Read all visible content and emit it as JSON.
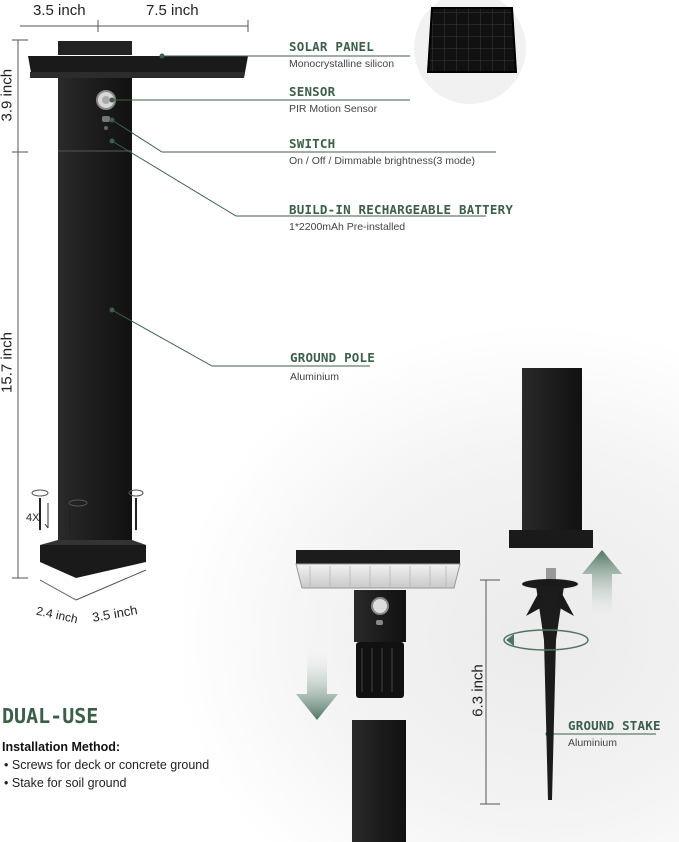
{
  "colors": {
    "accent": "#3d5f4a",
    "product": "#1f1f1f",
    "arrow": "#5a7a66"
  },
  "dimensions": {
    "top_width": "3.5 inch",
    "panel_width": "7.5 inch",
    "head_height": "3.9 inch",
    "pole_height": "15.7 inch",
    "base_depth": "2.4 inch",
    "base_width": "3.5 inch",
    "stake_height": "6.3 inch",
    "screw_count": "4X"
  },
  "features": [
    {
      "title": "SOLAR PANEL",
      "detail": "Monocrystalline silicon"
    },
    {
      "title": "SENSOR",
      "detail": "PIR Motion Sensor"
    },
    {
      "title": "SWITCH",
      "detail": "On / Off / Dimmable brightness(3 mode)"
    },
    {
      "title": "BUILD-IN RECHARGEABLE BATTERY",
      "detail": "1*2200mAh Pre-installed"
    },
    {
      "title": "GROUND POLE",
      "detail": "Aluminium"
    },
    {
      "title": "GROUND STAKE",
      "detail": "Aluminium"
    }
  ],
  "usage": {
    "heading": "DUAL-USE",
    "method_label": "Installation Method:",
    "methods": [
      "Screws for deck or concrete ground",
      "Stake for soil ground"
    ]
  },
  "icons": [
    "solar-panel-closeup",
    "rotate-arrow-icon",
    "screw-icon",
    "down-arrow-icon",
    "up-arrow-icon"
  ]
}
